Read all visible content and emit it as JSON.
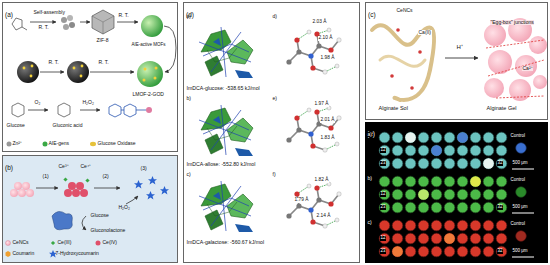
{
  "diagram": {
    "nodes": [
      {
        "text": [
          "(a)"
        ]
      },
      {
        "text": [
          "(b)"
        ]
      },
      {
        "text": [
          "(d)"
        ]
      },
      {
        "text": [
          "(c)"
        ]
      },
      {
        "text": [
          "(e)"
        ]
      }
    ],
    "labels": [
      "Self-assembly",
      "R. T.",
      "ZIF-8",
      "R. T.",
      "AIE-active MOFs",
      "R. T.",
      "R. T.",
      "LMOF-2-GOD",
      "O₂",
      "Glucose",
      "Gluconic acid",
      "H₂O₂",
      "(1)",
      "Ce³⁺",
      "Ce⁴⁺",
      "(2)",
      "(3)",
      "H₂O₂",
      "Glucose",
      "Gluconolactone",
      "CeNCs",
      "Ca(II)",
      "Alginate Sol",
      "H⁺",
      "\"Egg-box\" junctions",
      "Ca²⁺",
      "Alginate Gel",
      "a)",
      "ImDCA-glucose: -538.65 kJ/mol",
      "d)",
      "2.03 Å",
      "2.10 Å",
      "1.98 Å",
      "b)",
      "ImDCA-allose: -552.80 kJ/mol",
      "e)",
      "1.97 Å",
      "2.01 Å",
      "1.83 Å",
      "c)",
      "ImDCA-galactose: -560.67 kJ/mol",
      "f)",
      "1.82 Å",
      "1.79 Å",
      "2.14 Å",
      "a)",
      "12",
      "23",
      "32",
      "Control",
      "500 μm",
      "b)",
      "12",
      "23",
      "32",
      "Control",
      "500 μm",
      "c)",
      "12",
      "23",
      "32",
      "Control",
      "500 μm"
    ],
    "legend": [
      {
        "text": "Zn²⁺"
      },
      {
        "text": "AIE-gens"
      },
      {
        "text": "Glucose Oxidase"
      },
      {
        "text": "CeNCs"
      },
      {
        "text": "Ce(III)"
      },
      {
        "text": "Ce(IV)"
      },
      {
        "text": "Coumarin"
      },
      {
        "text": "7-Hydroxycoumarin"
      }
    ]
  }
}
